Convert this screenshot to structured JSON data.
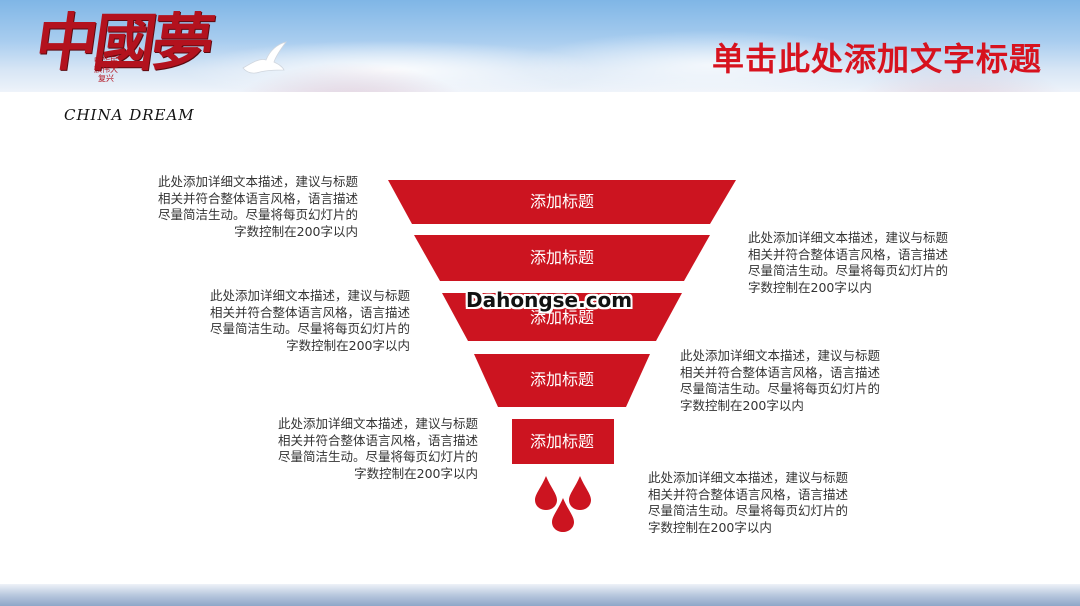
{
  "header": {
    "title": "单击此处添加文字标题",
    "logo_text": "中國夢",
    "logo_subtitle": "CHINA DREAM",
    "logo_seal": "中华民族伟大复兴"
  },
  "funnel": {
    "tiers": [
      {
        "label": "添加标题"
      },
      {
        "label": "添加标题"
      },
      {
        "label": "添加标题"
      },
      {
        "label": "添加标题"
      },
      {
        "label": "添加标题"
      }
    ]
  },
  "descriptions": [
    {
      "side": "left",
      "line1": "此处添加详细文本描述，建议与标题",
      "line2": "相关并符合整体语言风格，语言描述",
      "line3": "尽量简洁生动。尽量将每页幻灯片的",
      "line4": "字数控制在200字以内"
    },
    {
      "side": "right",
      "line1": "此处添加详细文本描述，建议与标题",
      "line2": "相关并符合整体语言风格，语言描述",
      "line3": "尽量简洁生动。尽量将每页幻灯片的",
      "line4": "字数控制在200字以内"
    },
    {
      "side": "left",
      "line1": "此处添加详细文本描述，建议与标题",
      "line2": "相关并符合整体语言风格，语言描述",
      "line3": "尽量简洁生动。尽量将每页幻灯片的",
      "line4": "字数控制在200字以内"
    },
    {
      "side": "right",
      "line1": "此处添加详细文本描述，建议与标题",
      "line2": "相关并符合整体语言风格，语言描述",
      "line3": "尽量简洁生动。尽量将每页幻灯片的",
      "line4": "字数控制在200字以内"
    },
    {
      "side": "left",
      "line1": "此处添加详细文本描述，建议与标题",
      "line2": "相关并符合整体语言风格，语言描述",
      "line3": "尽量简洁生动。尽量将每页幻灯片的",
      "line4": "字数控制在200字以内"
    },
    {
      "side": "right",
      "line1": "此处添加详细文本描述，建议与标题",
      "line2": "相关并符合整体语言风格，语言描述",
      "line3": "尽量简洁生动。尽量将每页幻灯片的",
      "line4": "字数控制在200字以内"
    }
  ],
  "watermark": "Dahongse.com",
  "colors": {
    "accent": "#d7121e",
    "funnel": "#cc1420",
    "text": "#333333"
  },
  "icons": [
    "dove-icon",
    "blood-drop-icon"
  ]
}
